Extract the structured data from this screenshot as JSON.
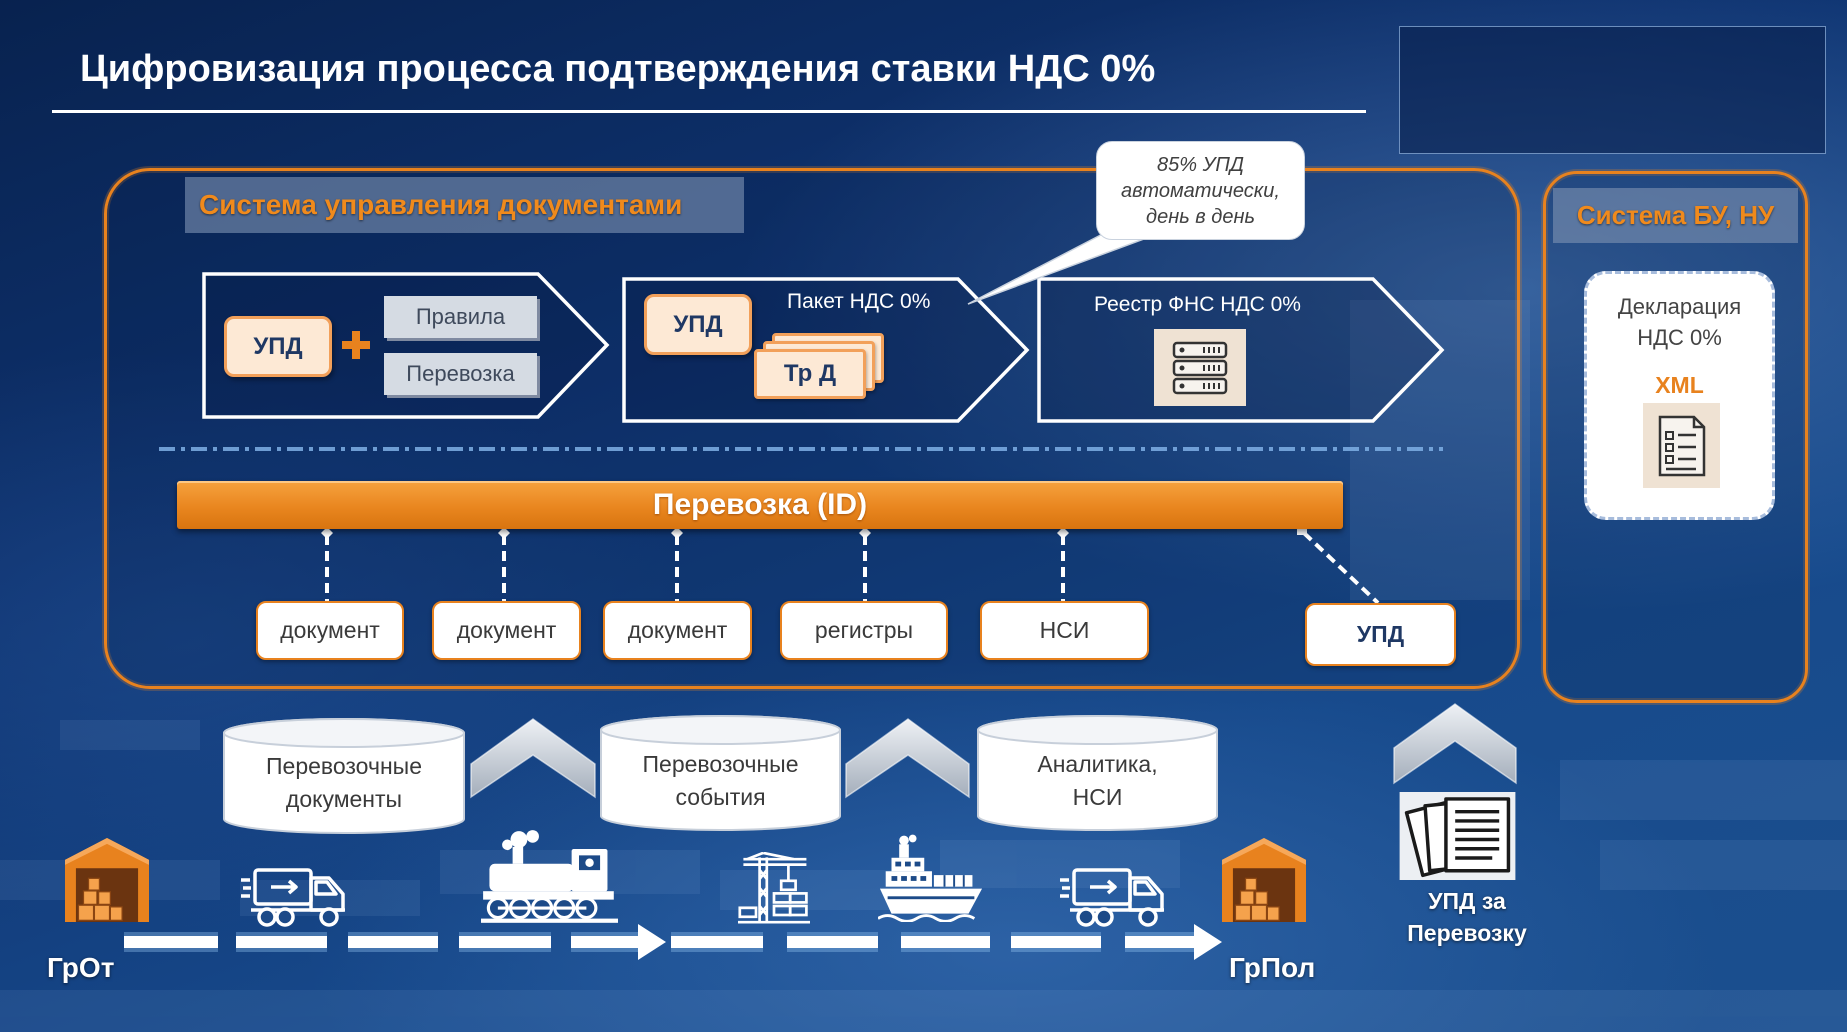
{
  "title": "Цифровизация процесса подтверждения ставки НДС 0%",
  "colors": {
    "accent": "#e8821e",
    "background": "#0d2f66",
    "box_text": "#1f3864"
  },
  "dms": {
    "label": "Система управления документами",
    "callout": [
      "85% УПД",
      "автоматически,",
      "день в день"
    ],
    "stage1": {
      "upd": "УПД",
      "rules": "Правила",
      "transport": "Перевозка",
      "icon": "plus-icon"
    },
    "stage2": {
      "title": "Пакет НДС 0%",
      "upd": "УПД",
      "transport_docs": "Тр Д"
    },
    "stage3": {
      "title": "Реестр ФНС НДС 0%",
      "icon": "server-icon"
    },
    "bar": "Перевозка (ID)",
    "nodes": [
      "документ",
      "документ",
      "документ",
      "регистры",
      "НСИ",
      "УПД"
    ]
  },
  "accounting": {
    "label": "Система БУ, НУ",
    "declaration": [
      "Декларация",
      "НДС 0%"
    ],
    "format": "XML",
    "icon": "xml-file-icon"
  },
  "databases": [
    [
      "Перевозочные",
      "документы"
    ],
    [
      "Перевозочные",
      "события"
    ],
    [
      "Аналитика,",
      "НСИ"
    ]
  ],
  "route": {
    "origin": "ГрОт",
    "destination": "ГрПол",
    "icons": [
      "warehouse-icon",
      "truck-icon",
      "train-icon",
      "crane-icon",
      "ship-icon",
      "truck-icon",
      "warehouse-icon"
    ]
  },
  "upd_document": {
    "caption": [
      "УПД за",
      "Перевозку"
    ],
    "icon": "document-icon"
  }
}
